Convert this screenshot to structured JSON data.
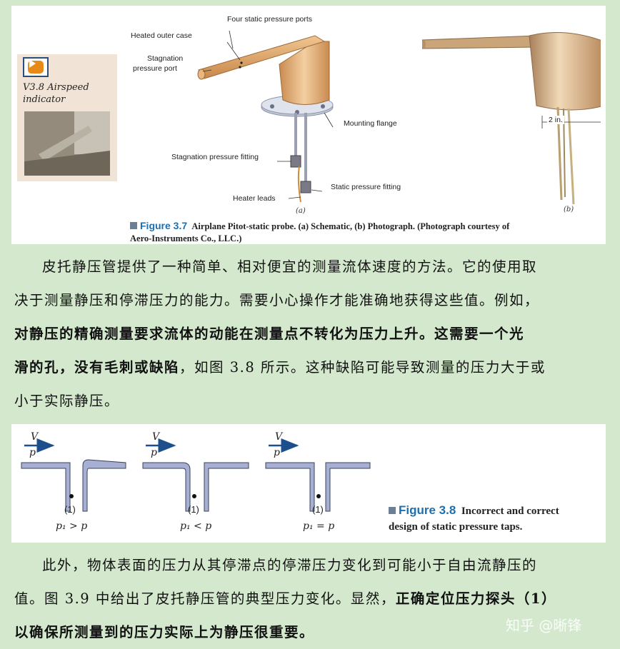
{
  "figure_3_7": {
    "video": {
      "caption_line1": "V3.8 Airspeed",
      "caption_line2": "indicator"
    },
    "labels": {
      "four_ports": "Four static pressure ports",
      "heated_case": "Heated outer case",
      "stag_port_1": "Stagnation",
      "stag_port_2": "pressure port",
      "mounting_flange": "Mounting flange",
      "stag_fitting": "Stagnation pressure fitting",
      "heater_leads": "Heater leads",
      "static_fitting": "Static pressure fitting",
      "dim": "2 in."
    },
    "sub_a": "(a)",
    "sub_b": "(b)",
    "caption": {
      "number": "Figure 3.7",
      "text_line1": "Airplane Pitot-static probe. (a) Schematic, (b) Photograph. (Photograph courtesy of",
      "text_line2": "Aero-Instruments Co., LLC.)"
    }
  },
  "paragraph1": {
    "line1": "皮托静压管提供了一种简单、相对便宜的测量流体速度的方法。它的使用取",
    "line2": "决于测量静压和停滞压力的能力。需要小心操作才能准确地获得这些值。例如，",
    "line3_bold": "对静压的精确测量要求流体的动能在测量点不转化为压力上升。这需要一个光",
    "line4_bold": "滑的孔，没有毛刺或缺陷",
    "line4_rest": "，如图 3.8 所示。这种缺陷可能导致测量的压力大于或",
    "line5": "小于实际静压。"
  },
  "figure_3_8": {
    "velocity_label": "V",
    "pressure_label": "p",
    "point_label": "(1)",
    "relations": [
      "p₁ > p",
      "p₁ < p",
      "p₁ = p"
    ],
    "caption": {
      "number": "Figure 3.8",
      "text_line1": "Incorrect and correct",
      "text_line2": "design of static pressure taps."
    }
  },
  "paragraph2": {
    "line1": "此外，物体表面的压力从其停滞点的停滞压力变化到可能小于自由流静压的",
    "line2": "值。图 3.9 中给出了皮托静压管的典型压力变化。显然，",
    "line2_bold": "正确定位压力探头（1）",
    "line3_bold": "以确保所测量到的压力实际上为静压很重要。"
  },
  "watermark": "知乎 @晰锋",
  "colors": {
    "background": "#d3e8cd",
    "figure_blue": "#1d6fb0",
    "probe": "#d9a56e",
    "wall": "#a7b0d2"
  }
}
